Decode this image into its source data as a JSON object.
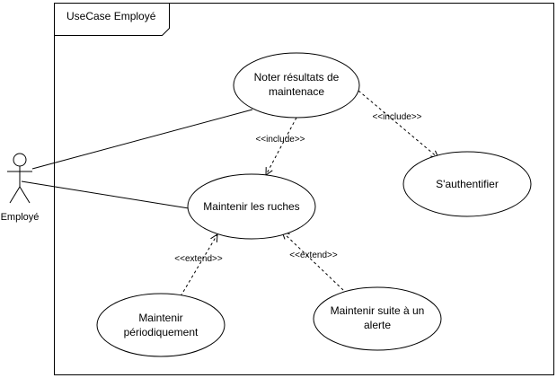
{
  "frame": {
    "title": "UseCase Employé"
  },
  "actor": {
    "name": "Employé"
  },
  "usecases": {
    "noter": {
      "lines": [
        "Noter résultats de",
        "maintenace"
      ]
    },
    "maintenir_ruches": {
      "lines": [
        "Maintenir les ruches"
      ]
    },
    "authentifier": {
      "lines": [
        "S'authentifier"
      ]
    },
    "periodique": {
      "lines": [
        "Maintenir",
        "périodiquement"
      ]
    },
    "alerte": {
      "lines": [
        "Maintenir suite à un",
        "alerte"
      ]
    }
  },
  "relations": {
    "include_1": "<<include>>",
    "include_2": "<<include>>",
    "extend_1": "<<extend>>",
    "extend_2": "<<extend>>"
  },
  "colors": {
    "stroke": "#000000",
    "background": "#ffffff"
  }
}
